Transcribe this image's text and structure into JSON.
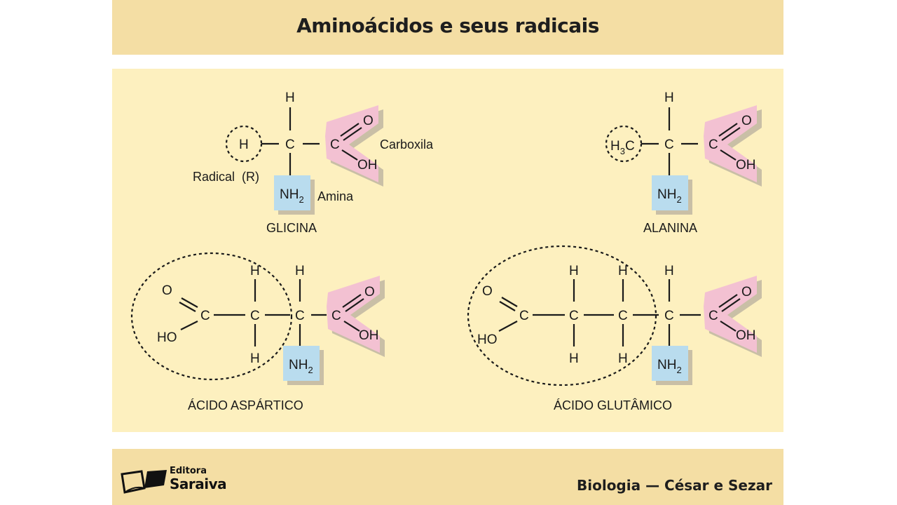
{
  "header": {
    "title": "Aminoácidos e seus radicais"
  },
  "footer": {
    "publisher_line1": "Editora",
    "publisher_line2": "Saraiva",
    "credit": "Biologia — César e Sezar"
  },
  "atoms": {
    "h": "H",
    "c": "C",
    "o": "O",
    "oh": "OH",
    "ho": "HO",
    "n": "NH",
    "two": "2",
    "three": "3"
  },
  "molecules": {
    "glicina": {
      "name": "GLICINA",
      "label_carboxyl": "Carboxila",
      "label_radical": "Radical  (R)",
      "label_amine": "Amina"
    },
    "alanina": {
      "name": "ALANINA"
    },
    "aspartico": {
      "name": "ÁCIDO ASPÁRTICO"
    },
    "glutamico": {
      "name": "ÁCIDO GLUTÂMICO"
    }
  },
  "colors": {
    "header": "#f4dea4",
    "panel": "#fdf0bf",
    "carboxyl": "#f3c1d2",
    "amine": "#b9dcee"
  }
}
